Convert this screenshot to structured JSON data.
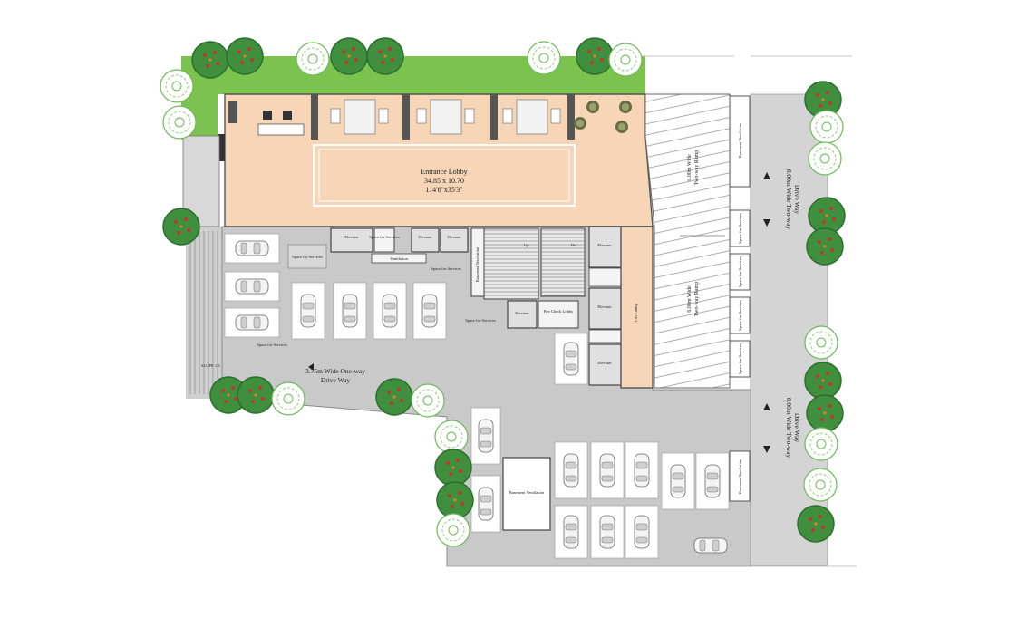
{
  "lobby": {
    "title": "Entrance Lobby",
    "dim_m": "34.85 x 10.70",
    "dim_ft": "114'6\"x35'3\""
  },
  "driveways": {
    "one_way_line1": "3.75m Wide One-way",
    "one_way_line2": "Drive Way",
    "two_way_upper_line1": "6.00m Wide Two-way",
    "two_way_upper_line2": "Drive Way",
    "two_way_lower_line1": "6.00m Wide Two-way",
    "two_way_lower_line2": "Drive Way"
  },
  "ramps": {
    "upper_line1": "6.00m Wide",
    "upper_line2": "Two-way Ramp",
    "lower_line1": "6.00m Wide",
    "lower_line2": "Two-way Ramp"
  },
  "rooms": {
    "space_services": "Space for Services",
    "basement_ventilation": "Basement Ventilation",
    "ventilation": "Ventilation",
    "lift_lobby": "Lift Lobby",
    "fire_check_lobby": "Fire Check Lobby",
    "elevator": "Elevator",
    "slope": "SLOPE 1:8",
    "up": "Up",
    "dn": "Dn"
  }
}
